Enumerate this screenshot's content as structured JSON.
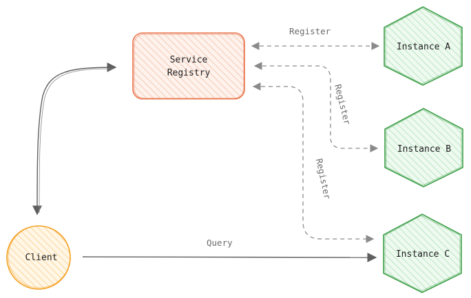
{
  "nodes": {
    "registry": {
      "line1": "Service",
      "line2": "Registry"
    },
    "client": {
      "label": "Client"
    },
    "instance_a": {
      "label": "Instance A"
    },
    "instance_b": {
      "label": "Instance B"
    },
    "instance_c": {
      "label": "Instance C"
    }
  },
  "edges": {
    "register_a": "Register",
    "register_b": "Register",
    "register_c": "Register",
    "query": "Query"
  },
  "colors": {
    "registry_stroke": "#e8734a",
    "registry_fill": "#fbe1d5",
    "client_stroke": "#f59f1f",
    "client_fill": "#fde9c4",
    "instance_stroke": "#3f9f4a",
    "instance_fill": "#d9f2dc",
    "dashed_edge": "#8a8a8a",
    "solid_edge": "#6a6a6a"
  }
}
